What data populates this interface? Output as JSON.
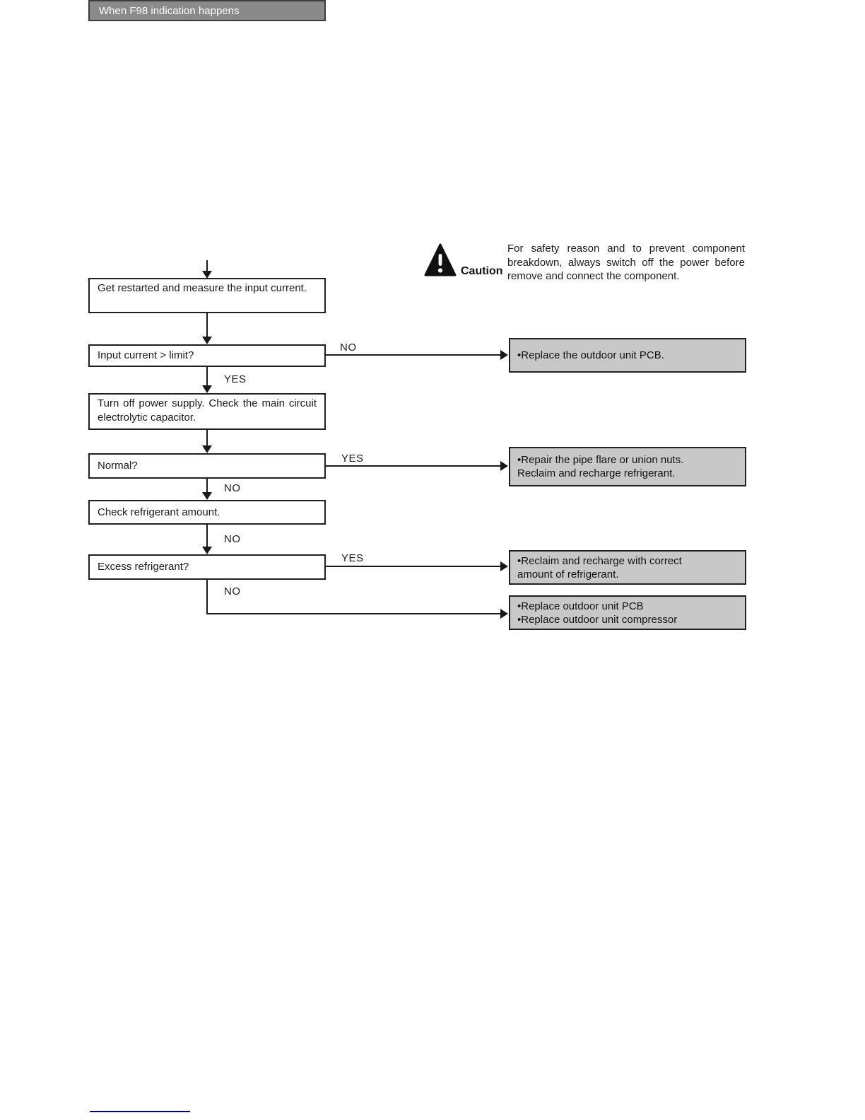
{
  "flow": {
    "title": "When F98 indication happens",
    "labels": {
      "yes": "YES",
      "no": "NO"
    },
    "nodes": {
      "get_restarted": "Get restarted and measure the input current.",
      "input_current": "Input current > limit?",
      "turn_off_power": "Turn off power supply. Check the main circuit electrolytic capacitor.",
      "normal": "Normal?",
      "check_refrigerant": "Check refrigerant amount.",
      "excess_refrigerant": "Excess refrigerant?"
    },
    "results": {
      "replace_pcb": [
        "•Replace the outdoor unit PCB."
      ],
      "repair_pipe": [
        "•Repair the pipe flare or union nuts.",
        "Reclaim and recharge refrigerant."
      ],
      "reclaim_recharge": [
        "•Reclaim and recharge with correct",
        "amount of refrigerant."
      ],
      "replace_pcb_compressor": [
        "•Replace outdoor unit PCB",
        "•Replace outdoor unit compressor"
      ]
    }
  },
  "caution": {
    "label": "Caution",
    "text": "For safety reason and to prevent component breakdown, always switch off the power before remove and connect the component."
  },
  "colors": {
    "header_box_bg": "#8a8a8a",
    "result_box_bg": "#c8c8c8",
    "line": "#1a1a1a",
    "footer_rule": "#00008b"
  }
}
